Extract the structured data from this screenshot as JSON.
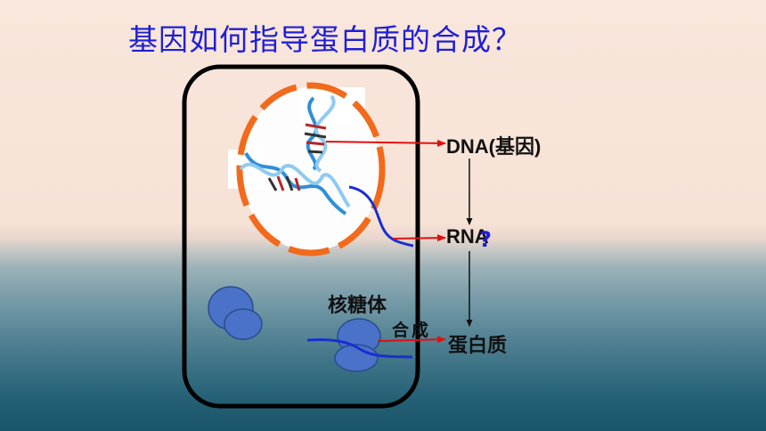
{
  "title": "基因如何指导蛋白质的合成？",
  "labels": {
    "dna": "DNA(基因)",
    "rna": "RNA",
    "protein": "蛋白质",
    "ribosome": "核糖体",
    "synthesis": "合成",
    "question_mark": "?"
  },
  "colors": {
    "title": "#1f1fd6",
    "nucleus_border": "#f26a1b",
    "arrow": "#e01010",
    "mrna_strand": "#1a2fd0",
    "ribosome": "#4a72c8",
    "cell_border": "#000000",
    "dna_helix": "#2f8fd8"
  },
  "icons": [
    "dna-helix-icon",
    "ribosome-icon"
  ]
}
